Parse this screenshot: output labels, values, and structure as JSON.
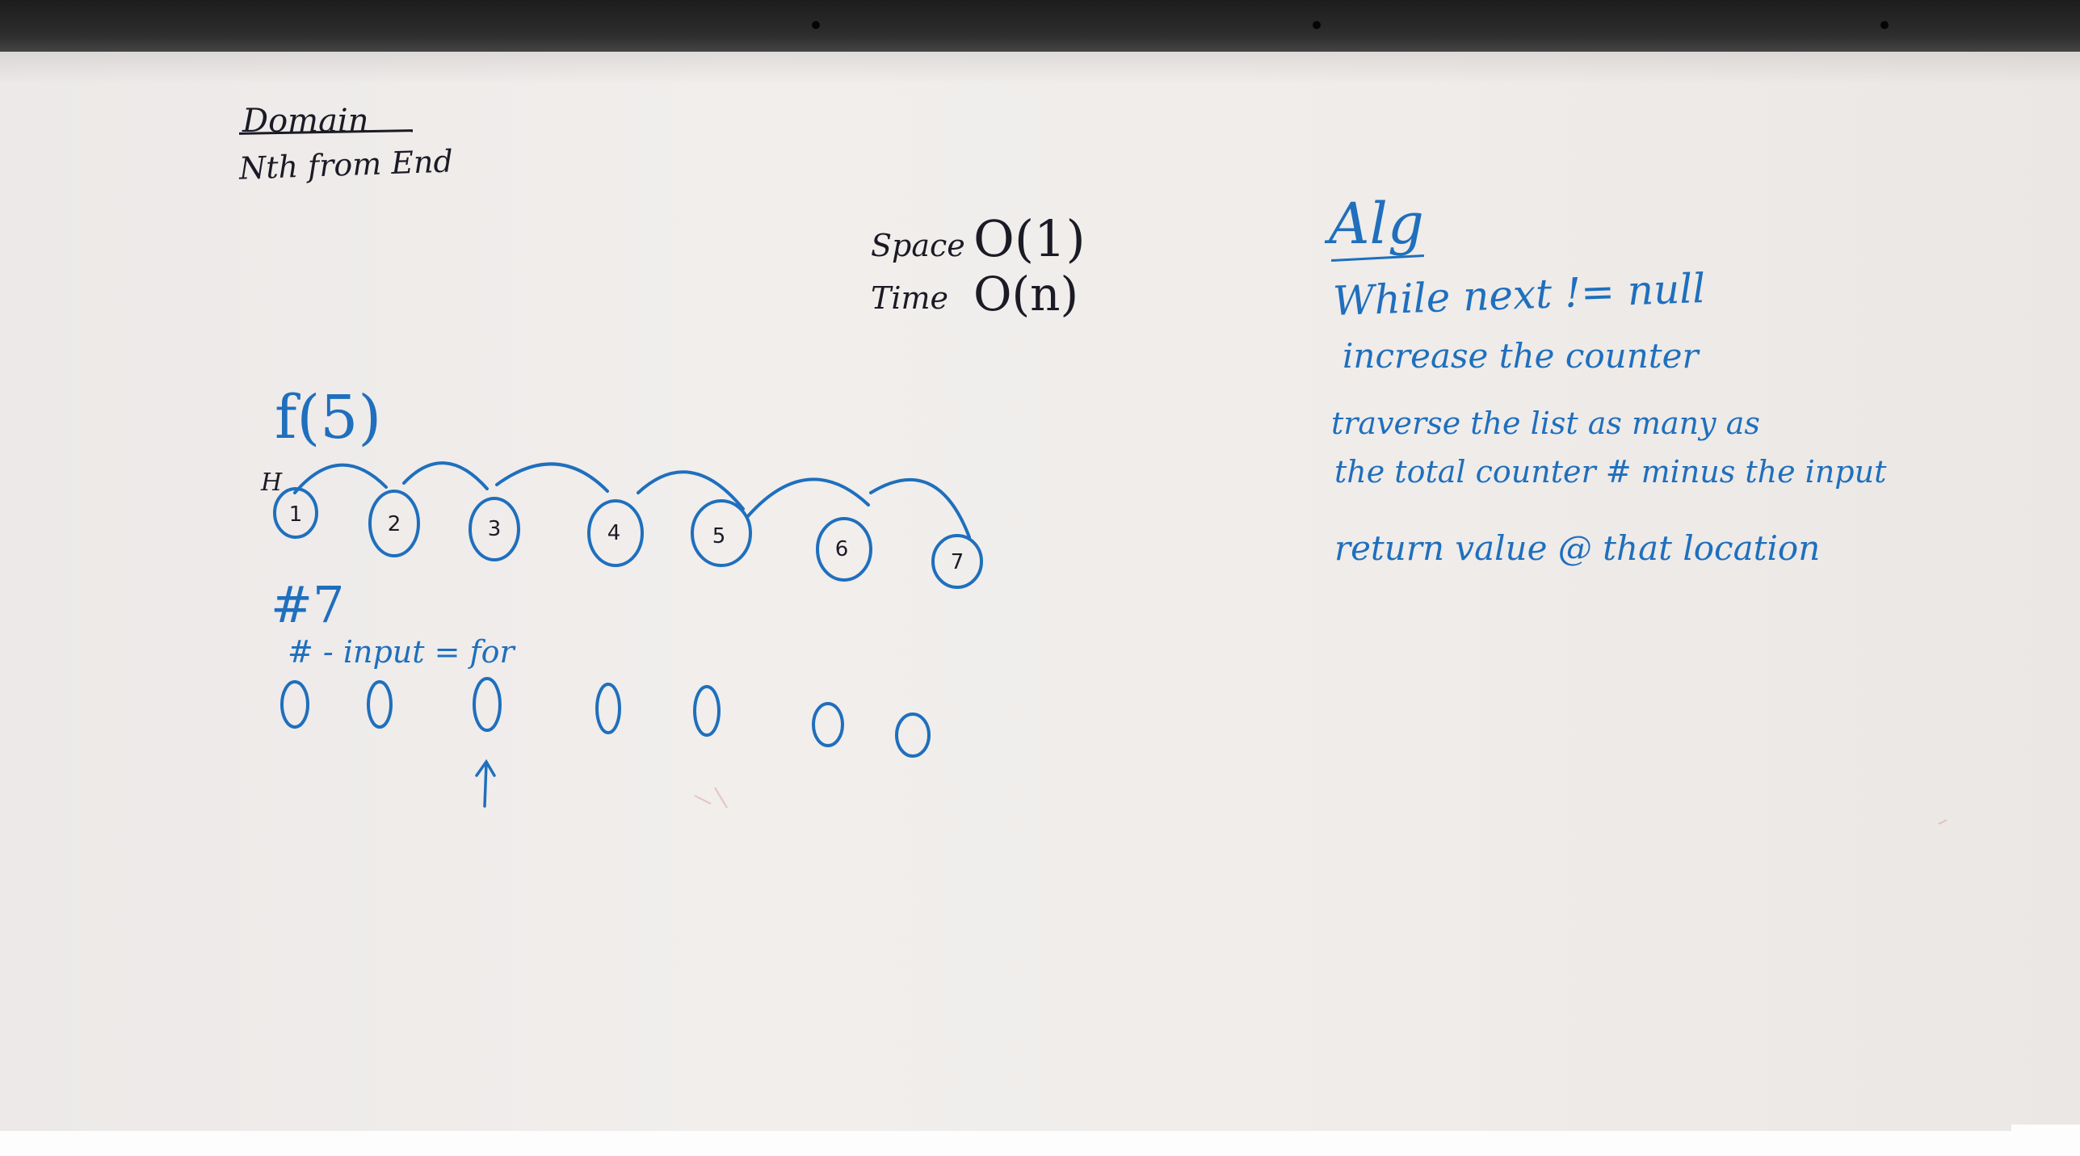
{
  "domain": {
    "title": "Domain",
    "subtitle": "Nth from End"
  },
  "complexity": {
    "space_label": "Space",
    "space_value": "O(1)",
    "time_label": "Time",
    "time_value": "O(n)"
  },
  "algorithm": {
    "title": "Alg",
    "lines": [
      "While next != null",
      "increase the counter",
      "traverse the list as many as",
      "the total counter # minus the input",
      "return value @ that location"
    ]
  },
  "diagram": {
    "function_call": "f(5)",
    "head_label": "H",
    "nodes": [
      "1",
      "2",
      "3",
      "4",
      "5",
      "6",
      "7"
    ],
    "count_label": "#7",
    "formula": "# - input = for"
  },
  "colors": {
    "marker_blue": "#1f6fbd",
    "marker_black": "#1b1b26",
    "board": "#efecea"
  }
}
